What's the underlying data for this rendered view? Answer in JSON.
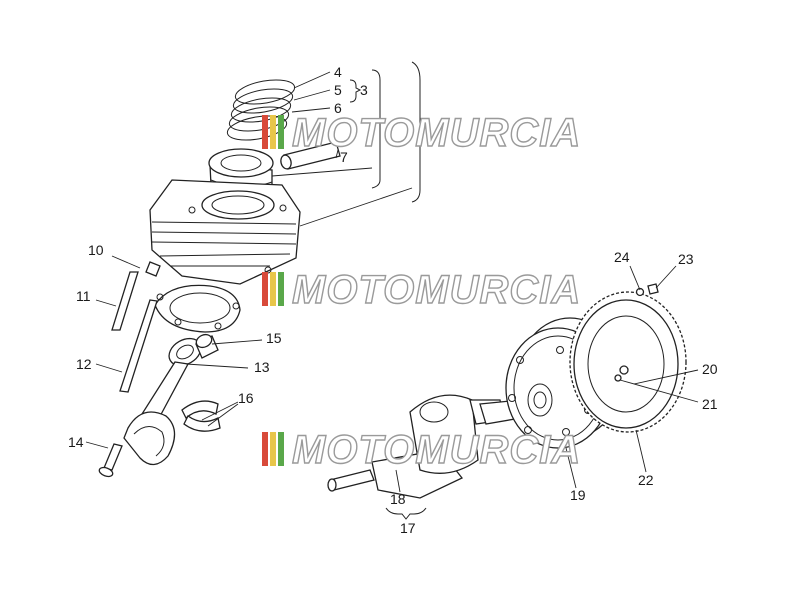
{
  "watermark": {
    "text": "MOTOMURCIA",
    "stripe_colors": [
      "#d84a3a",
      "#e8c64a",
      "#5aa84a"
    ]
  },
  "callouts": {
    "p3": "3",
    "p4": "4",
    "p5": "5",
    "p6": "6",
    "p7": "7",
    "p10": "10",
    "p11": "11",
    "p12": "12",
    "p13": "13",
    "p14": "14",
    "p15": "15",
    "p16": "16",
    "p17": "17",
    "p18": "18",
    "p19": "19",
    "p20": "20",
    "p21": "21",
    "p22": "22",
    "p23": "23",
    "p24": "24"
  }
}
